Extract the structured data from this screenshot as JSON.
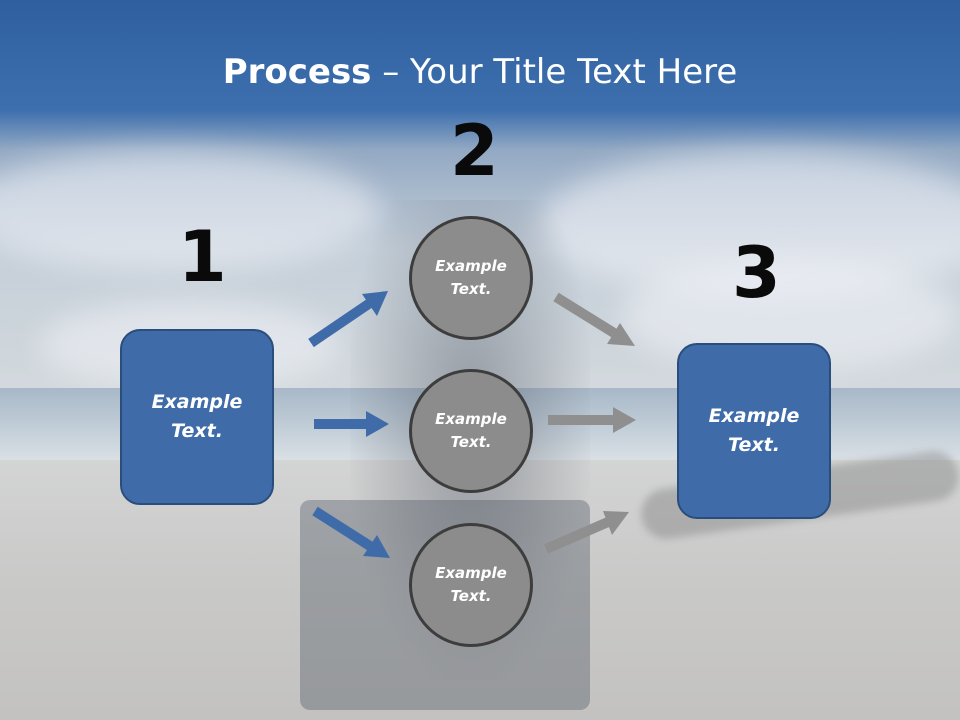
{
  "title": {
    "bold": "Process",
    "rest": " – Your Title Text Here"
  },
  "steps": {
    "one": "1",
    "two": "2",
    "three": "3"
  },
  "box_left": {
    "line1": "Example",
    "line2": "Text."
  },
  "box_right": {
    "line1": "Example",
    "line2": "Text."
  },
  "circles": [
    {
      "line1": "Example",
      "line2": "Text."
    },
    {
      "line1": "Example",
      "line2": "Text."
    },
    {
      "line1": "Example",
      "line2": "Text."
    }
  ],
  "colors": {
    "box_fill": "#3f6ca8",
    "circle_fill": "#8c8c8c",
    "arrow_blue": "#3f6ca8",
    "arrow_gray": "#8f8f8f"
  }
}
